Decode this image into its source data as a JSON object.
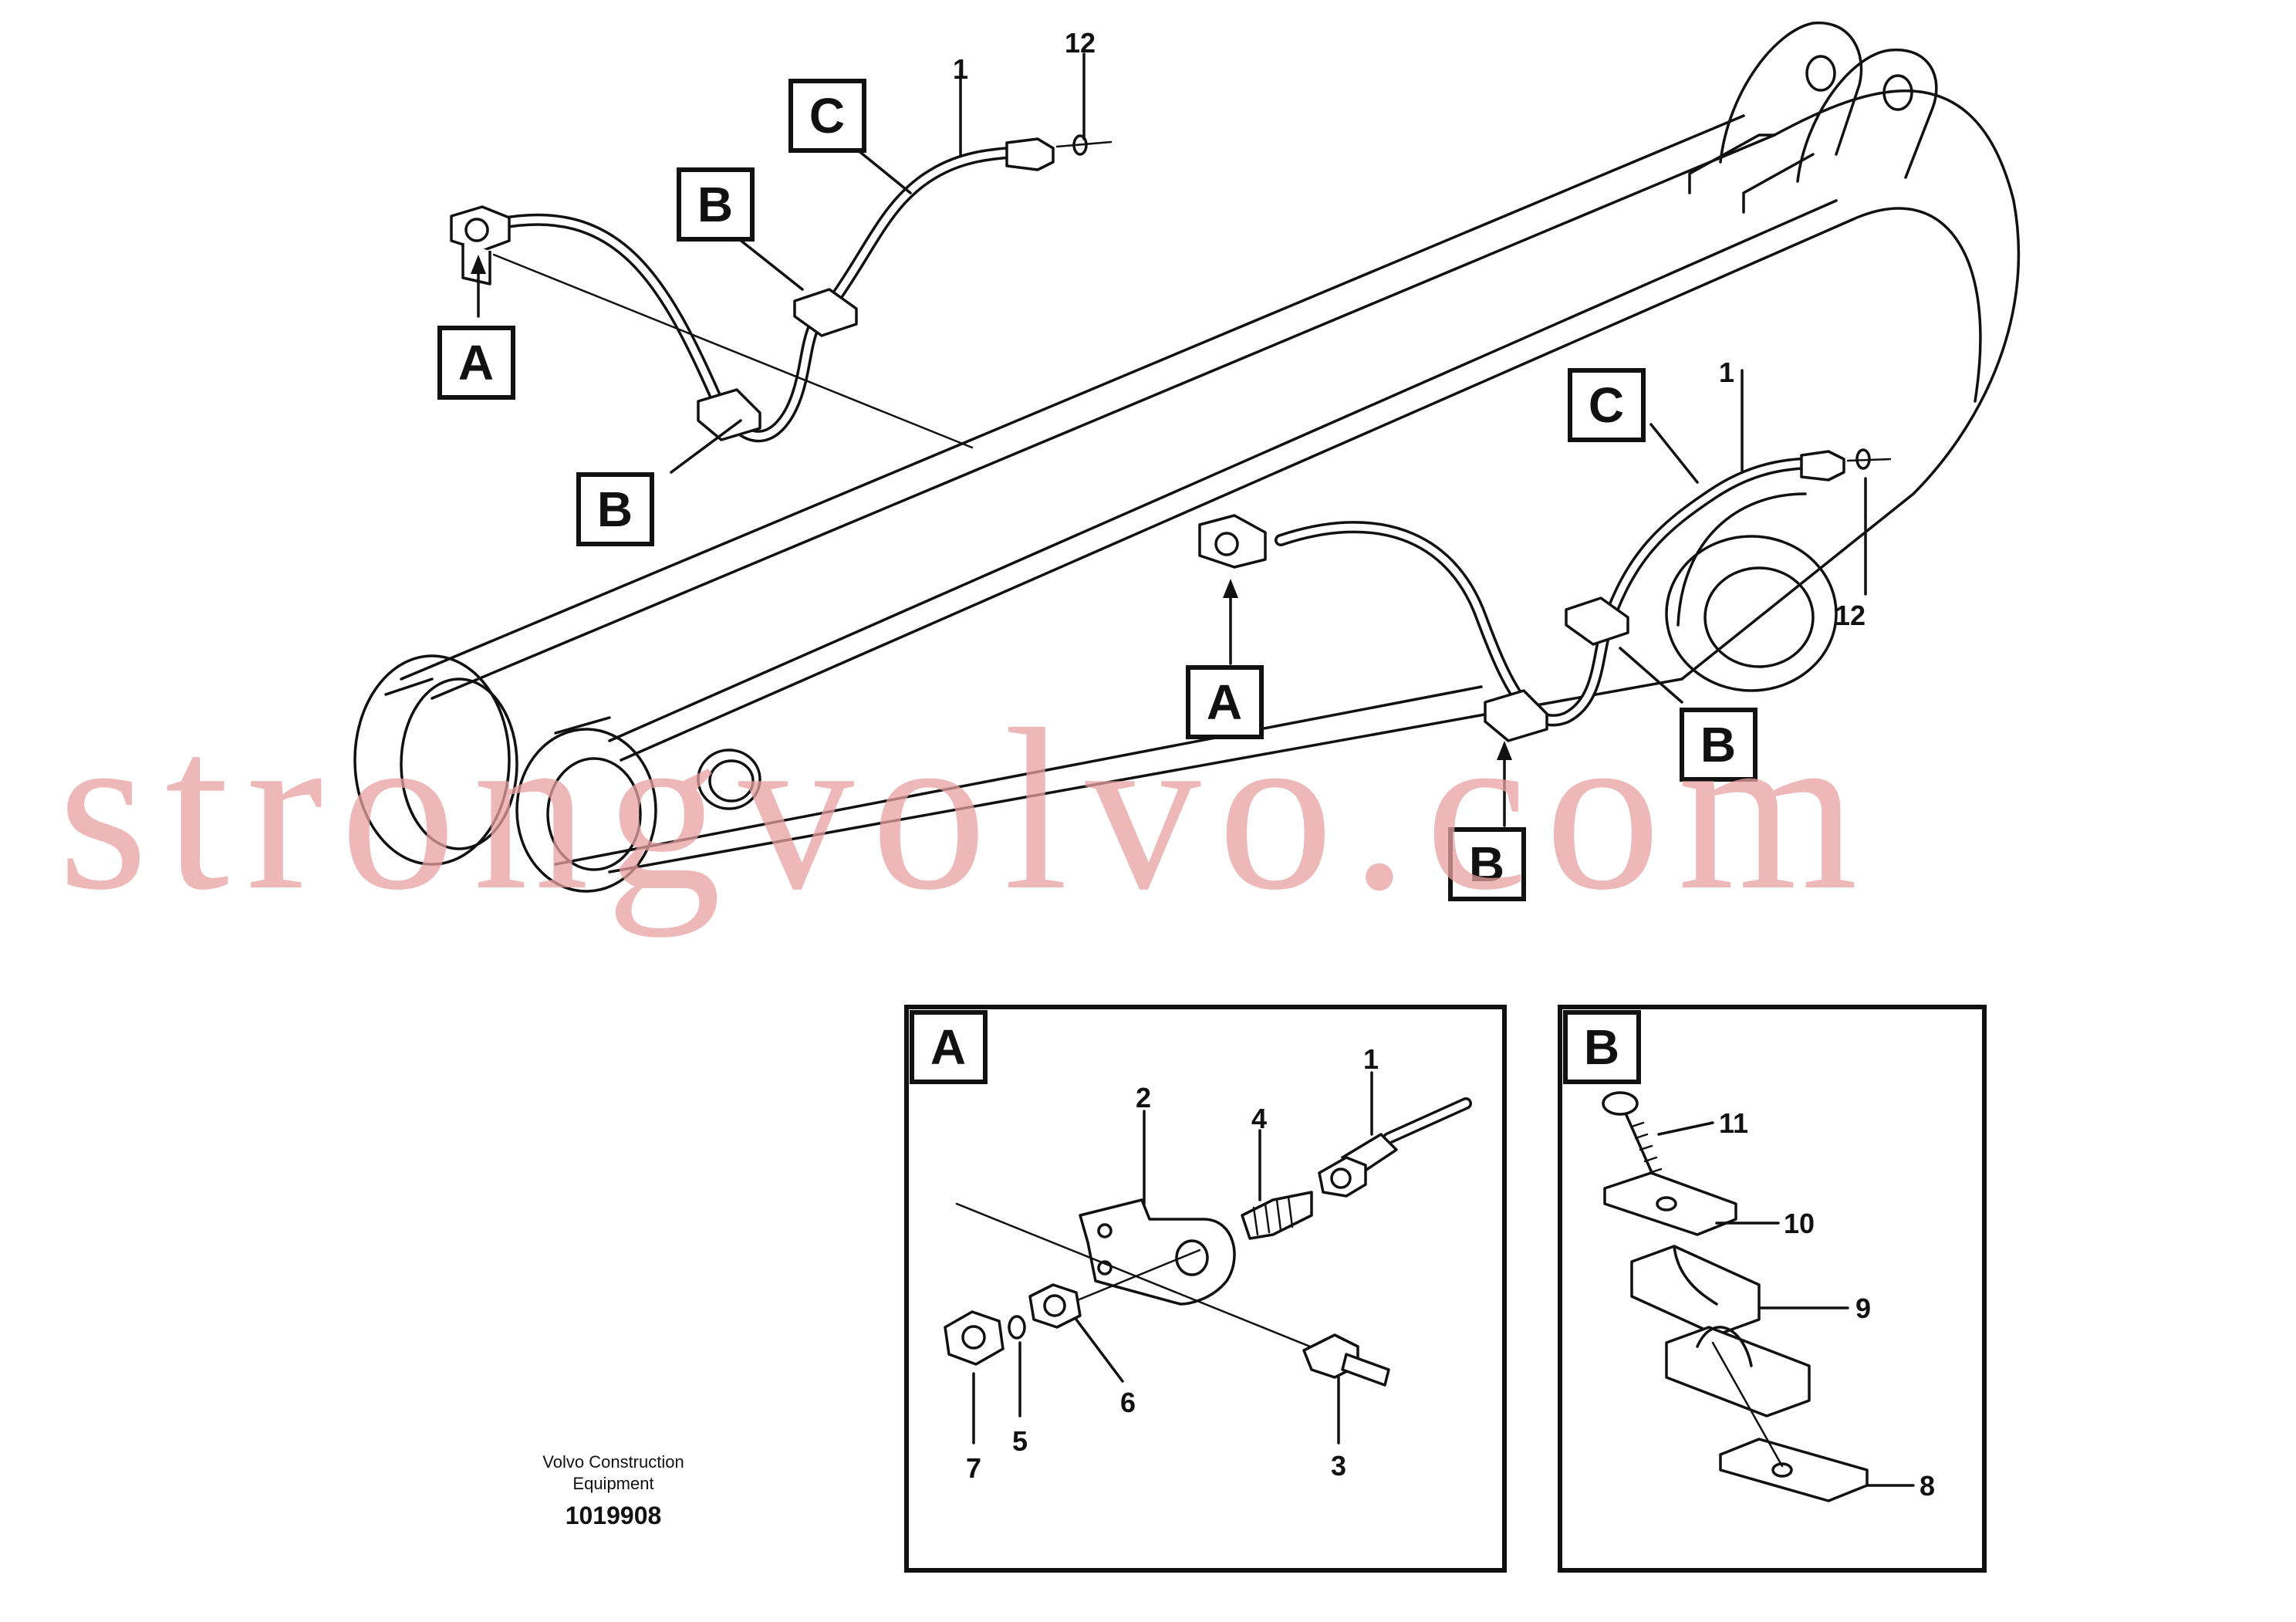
{
  "callouts": {
    "A": "A",
    "B": "B",
    "C": "C"
  },
  "part_numbers": {
    "p1": "1",
    "p2": "2",
    "p3": "3",
    "p4": "4",
    "p5": "5",
    "p6": "6",
    "p7": "7",
    "p8": "8",
    "p9": "9",
    "p10": "10",
    "p11": "11",
    "p12": "12"
  },
  "details": {
    "detail_a_title": "A",
    "detail_b_title": "B"
  },
  "caption": {
    "company_line1": "Volvo Construction",
    "company_line2": "Equipment",
    "drawing_number": "1019908"
  },
  "watermark": {
    "text": "strongvolvo.com",
    "color": "#e8a0a0"
  }
}
